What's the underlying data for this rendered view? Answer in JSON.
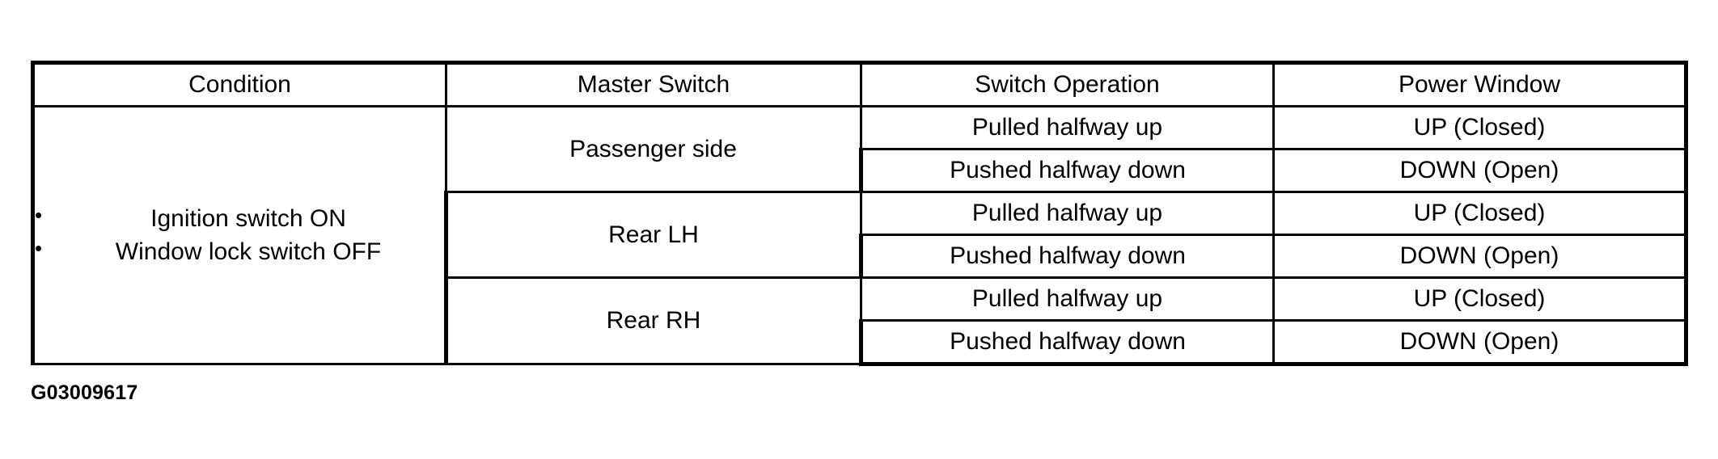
{
  "figure": {
    "id_label": "G03009617"
  },
  "table": {
    "headers": [
      "Condition",
      "Master Switch",
      "Switch Operation",
      "Power Window"
    ],
    "condition": {
      "bullets": [
        "Ignition switch ON",
        "Window lock switch OFF"
      ]
    },
    "groups": [
      {
        "master_switch": "Passenger side",
        "rows": [
          {
            "switch_operation": "Pulled halfway up",
            "power_window": "UP (Closed)"
          },
          {
            "switch_operation": "Pushed halfway down",
            "power_window": "DOWN (Open)"
          }
        ]
      },
      {
        "master_switch": "Rear LH",
        "rows": [
          {
            "switch_operation": "Pulled halfway up",
            "power_window": "UP (Closed)"
          },
          {
            "switch_operation": "Pushed halfway down",
            "power_window": "DOWN (Open)"
          }
        ]
      },
      {
        "master_switch": "Rear RH",
        "rows": [
          {
            "switch_operation": "Pulled halfway up",
            "power_window": "UP (Closed)"
          },
          {
            "switch_operation": "Pushed halfway down",
            "power_window": "DOWN (Open)"
          }
        ]
      }
    ]
  }
}
